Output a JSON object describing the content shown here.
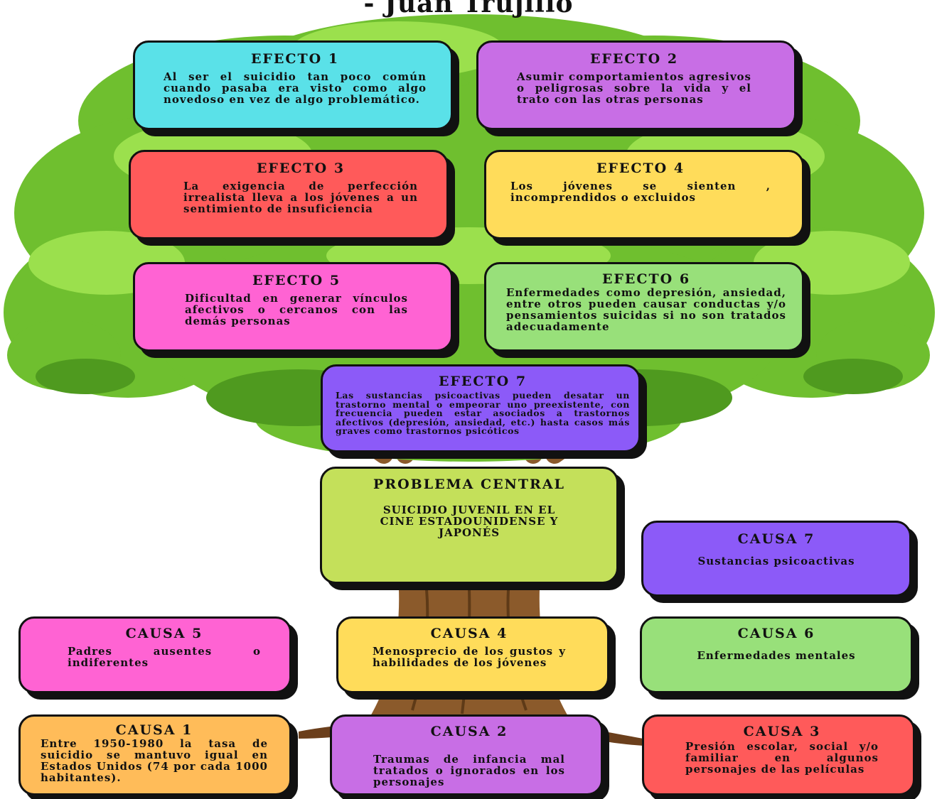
{
  "title": "- Juan Trujillo",
  "colors": {
    "cyan": "#5ae1e8",
    "purple": "#c86ee5",
    "red": "#ff5a5a",
    "yellow": "#ffdc5a",
    "pink": "#ff63d3",
    "green": "#98e07a",
    "violet": "#8c5af8",
    "lime": "#c4e05a",
    "orange": "#ffbc59",
    "foliage": "#6fbf2f",
    "trunk": "#8b5a2b"
  },
  "efectos": [
    {
      "title": "EFECTO 1",
      "text": "Al ser el suicidio tan poco común cuando pasaba era visto como algo novedoso en vez de algo problemático."
    },
    {
      "title": "EFECTO 2",
      "text": "Asumir comportamientos agresivos o peligrosas sobre la vida y el trato con las otras personas"
    },
    {
      "title": "EFECTO 3",
      "text": "La exigencia de perfección irrealista lleva a los jóvenes a un sentimiento de insuficiencia"
    },
    {
      "title": "EFECTO 4",
      "text": "Los jóvenes se sienten , incomprendidos o excluidos"
    },
    {
      "title": "EFECTO 5",
      "text": "Dificultad en generar vínculos afectivos o cercanos con las demás personas"
    },
    {
      "title": "EFECTO 6",
      "text": "Enfermedades como depresión, ansiedad, entre otros pueden causar conductas y/o pensamientos suicidas si no son tratados adecuadamente"
    },
    {
      "title": "EFECTO 7",
      "text": "Las sustancias psicoactivas pueden desatar un trastorno mental o empeorar uno preexistente, con frecuencia pueden estar asociados a trastornos afectivos (depresión, ansiedad, etc.) hasta casos más graves como trastornos psicóticos"
    }
  ],
  "problema": {
    "title": "PROBLEMA CENTRAL",
    "text": "SUICIDIO JUVENIL EN EL CINE ESTADOUNIDENSE Y JAPONÉS"
  },
  "causas": [
    {
      "title": "CAUSA 1",
      "text": "Entre 1950-1980 la tasa de suicidio se mantuvo igual en Estados Unidos (74 por cada 1000 habitantes)."
    },
    {
      "title": "CAUSA 2",
      "text": "Traumas de infancia mal tratados o ignorados en los personajes"
    },
    {
      "title": "CAUSA 3",
      "text": "Presión escolar, social y/o familiar en algunos personajes de las películas"
    },
    {
      "title": "CAUSA 4",
      "text": "Menosprecio de los gustos y habilidades de los jóvenes"
    },
    {
      "title": "CAUSA 5",
      "text": "Padres ausentes o indiferentes"
    },
    {
      "title": "CAUSA 6",
      "text": "Enfermedades mentales"
    },
    {
      "title": "CAUSA 7",
      "text": "Sustancias psicoactivas"
    }
  ]
}
